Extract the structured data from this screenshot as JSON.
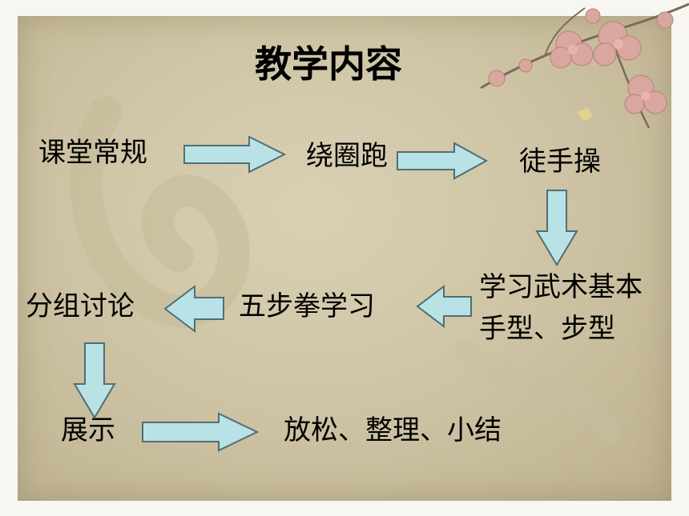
{
  "title": "教学内容",
  "steps": [
    {
      "id": "routine",
      "label": "课堂常规"
    },
    {
      "id": "lap_run",
      "label": "绕圈跑"
    },
    {
      "id": "freehand",
      "label": "徒手操"
    },
    {
      "id": "wushu_line1",
      "label": "学习武术基本"
    },
    {
      "id": "wushu_line2",
      "label": "手型、步型"
    },
    {
      "id": "fist",
      "label": "五步拳学习"
    },
    {
      "id": "group",
      "label": "分组讨论"
    },
    {
      "id": "show",
      "label": "展示"
    },
    {
      "id": "relax",
      "label": "放松、整理、小结"
    }
  ],
  "colors": {
    "arrow_fill": "#b9e2e6",
    "arrow_stroke": "#4f6f74",
    "panel": "#cfc5a6",
    "blossom": "#d9a7a0"
  }
}
